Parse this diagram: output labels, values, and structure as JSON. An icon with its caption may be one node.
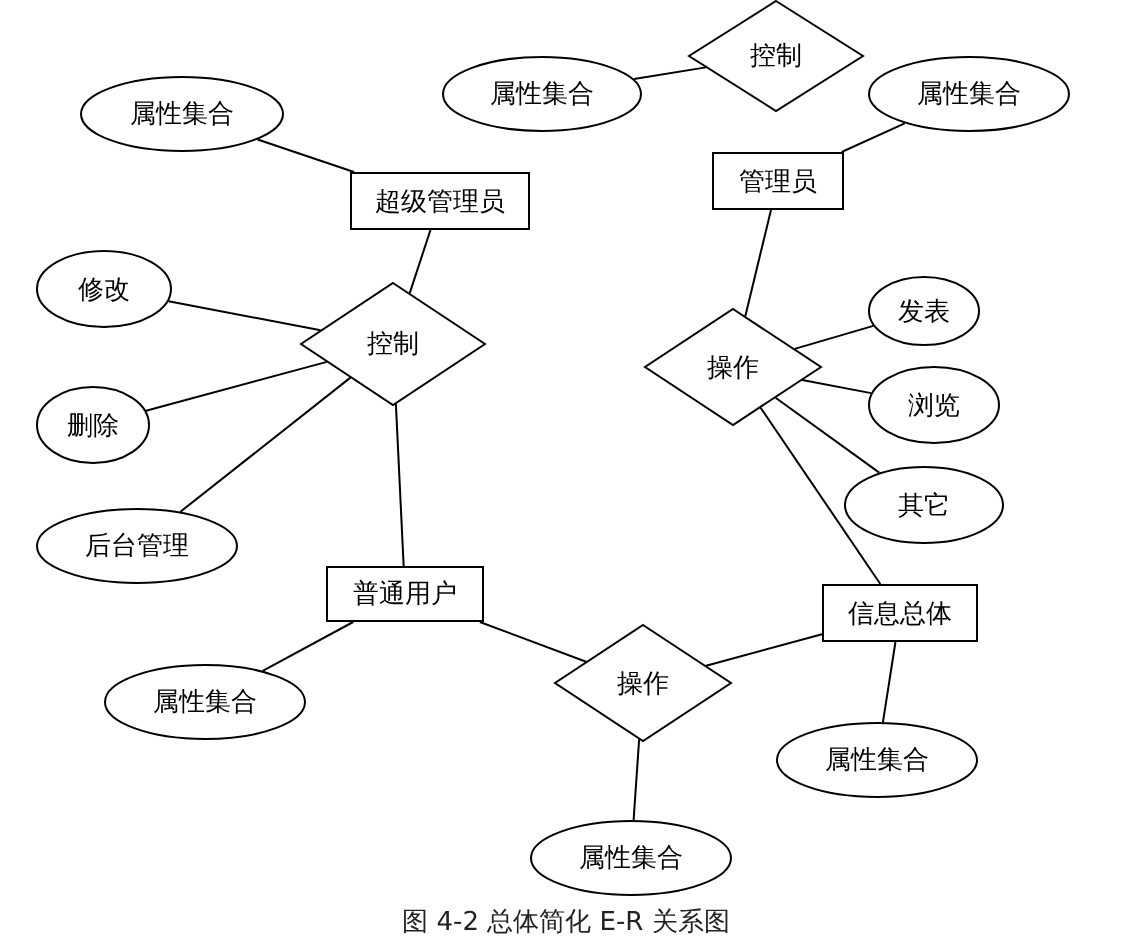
{
  "diagram": {
    "caption": "图 4-2 总体简化 E-R 关系图",
    "nodes": [
      {
        "text": [
          "属性集合"
        ]
      },
      {
        "text": [
          "控制"
        ]
      },
      {
        "text": [
          "属性集合"
        ]
      },
      {
        "text": [
          "属性集合"
        ]
      },
      {
        "text": [
          "超级管理员"
        ]
      },
      {
        "text": [
          "管理员"
        ]
      },
      {
        "text": [
          "修改"
        ]
      },
      {
        "text": [
          "控制"
        ]
      },
      {
        "text": [
          "发表"
        ]
      },
      {
        "text": [
          "操作"
        ]
      },
      {
        "text": [
          "删除"
        ]
      },
      {
        "text": [
          "浏览"
        ]
      },
      {
        "text": [
          "其它"
        ]
      },
      {
        "text": [
          "后台管理"
        ]
      },
      {
        "text": [
          "普通用户"
        ]
      },
      {
        "text": [
          "信息总体"
        ]
      },
      {
        "text": [
          "操作"
        ]
      },
      {
        "text": [
          "属性集合"
        ]
      },
      {
        "text": [
          "属性集合"
        ]
      },
      {
        "text": [
          "属性集合"
        ]
      }
    ],
    "edges": [
      {
        "from": 2,
        "to": 1,
        "arrow": "none"
      },
      {
        "from": 3,
        "to": 5,
        "arrow": "none"
      },
      {
        "from": 0,
        "to": 4,
        "arrow": "none"
      },
      {
        "from": 4,
        "to": 7,
        "arrow": "none"
      },
      {
        "from": 6,
        "to": 7,
        "arrow": "none"
      },
      {
        "from": 10,
        "to": 7,
        "arrow": "none"
      },
      {
        "from": 13,
        "to": 7,
        "arrow": "none"
      },
      {
        "from": 7,
        "to": 14,
        "arrow": "none"
      },
      {
        "from": 5,
        "to": 9,
        "arrow": "none"
      },
      {
        "from": 9,
        "to": 8,
        "arrow": "none"
      },
      {
        "from": 9,
        "to": 11,
        "arrow": "none"
      },
      {
        "from": 9,
        "to": 12,
        "arrow": "none"
      },
      {
        "from": 9,
        "to": 15,
        "arrow": "none"
      },
      {
        "from": 14,
        "to": 16,
        "arrow": "none"
      },
      {
        "from": 16,
        "to": 15,
        "arrow": "none"
      },
      {
        "from": 17,
        "to": 14,
        "arrow": "none"
      },
      {
        "from": 16,
        "to": 19,
        "arrow": "none"
      },
      {
        "from": 15,
        "to": 18,
        "arrow": "none"
      }
    ]
  }
}
